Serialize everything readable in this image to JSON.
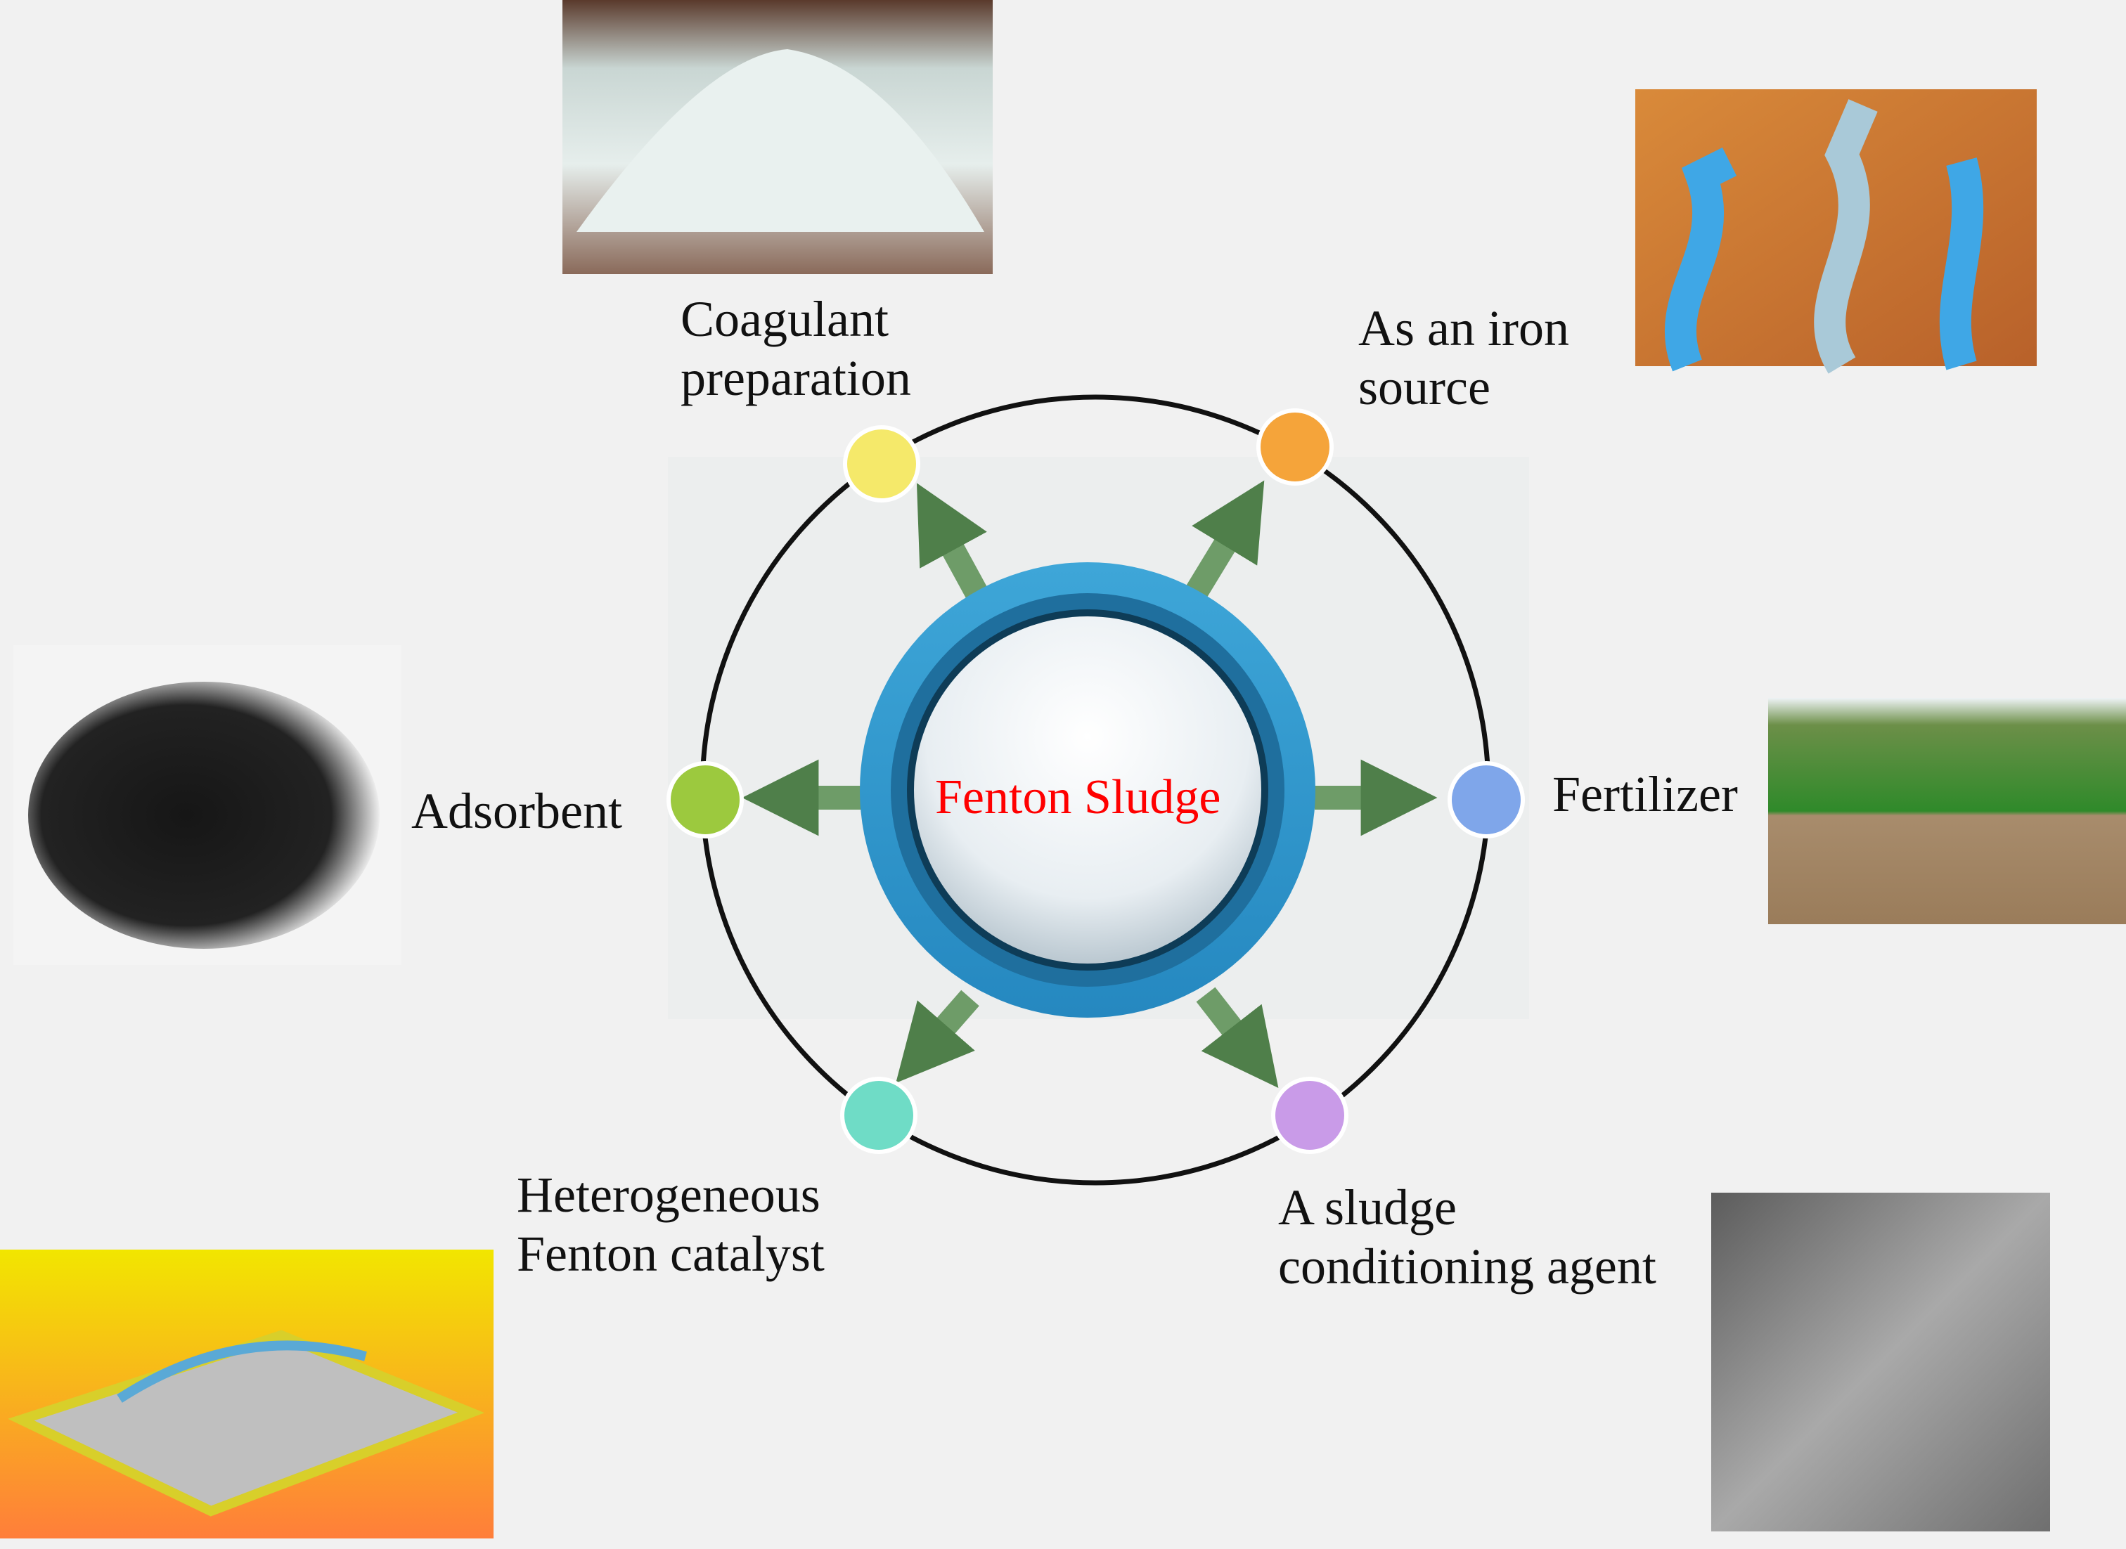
{
  "center": {
    "label": "Fenton Sludge",
    "color": "#ff0000"
  },
  "applications": [
    {
      "id": "coagulant",
      "lines": [
        "Coagulant",
        "preparation"
      ],
      "node_color": "#f5e96a",
      "image": "white-crystal-powder"
    },
    {
      "id": "iron",
      "lines": [
        "As an iron",
        "source"
      ],
      "node_color": "#f5a43a",
      "image": "porous-iron-flow"
    },
    {
      "id": "adsorbent",
      "lines": [
        "Adsorbent"
      ],
      "node_color": "#9cc93e",
      "image": "black-powder"
    },
    {
      "id": "fertilizer",
      "lines": [
        "Fertilizer"
      ],
      "node_color": "#7fa6ea",
      "image": "crop-field-soil"
    },
    {
      "id": "catalyst",
      "lines": [
        "Heterogeneous",
        "Fenton catalyst"
      ],
      "node_color": "#6fdcc6",
      "image": "catalyst-surface-model"
    },
    {
      "id": "conditioning",
      "lines": [
        "A sludge",
        "conditioning agent"
      ],
      "node_color": "#c99be8",
      "image": "dried-sludge-sem"
    }
  ]
}
